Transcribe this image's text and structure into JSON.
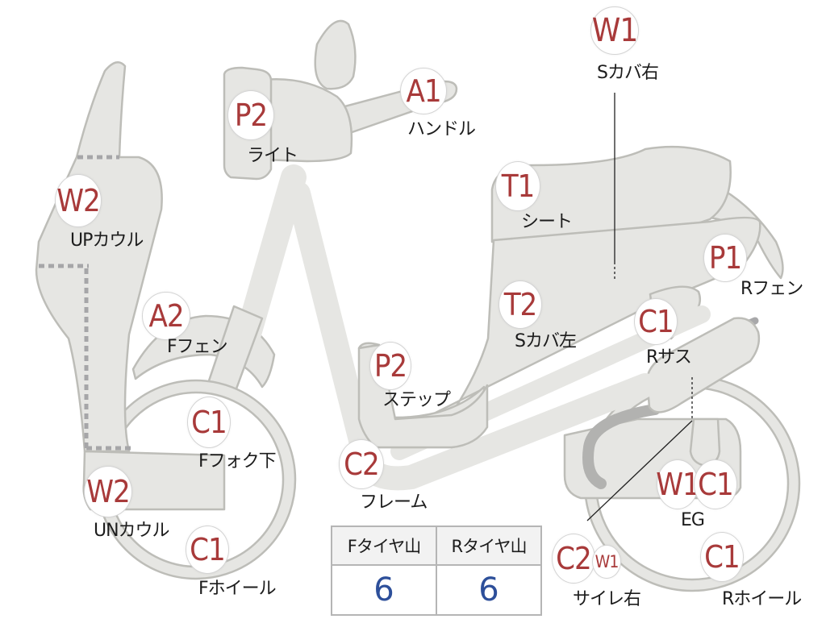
{
  "badges": {
    "s_cover_right_top": "W1",
    "handle": "A1",
    "light": "P2",
    "up_cowl": "W2",
    "seat": "T1",
    "r_fender": "P1",
    "f_fender": "A2",
    "s_cover_left": "T2",
    "r_suspension": "C1",
    "step": "P2",
    "f_fork_lower": "C1",
    "frame": "C2",
    "engine_w": "W1",
    "engine_c": "C1",
    "un_cowl": "W2",
    "f_wheel": "C1",
    "silencer_c": "C2",
    "silencer_w": "W1",
    "r_wheel": "C1"
  },
  "labels": {
    "s_cover_right": "Sカバ右",
    "handle": "ハンドル",
    "light": "ライト",
    "up_cowl": "UPカウル",
    "seat": "シート",
    "r_fender": "Rフェン",
    "f_fender": "Fフェン",
    "s_cover_left": "Sカバ左",
    "r_suspension": "Rサス",
    "step": "ステップ",
    "f_fork_lower": "Fフォク下",
    "frame": "フレーム",
    "engine": "EG",
    "un_cowl": "UNカウル",
    "f_wheel": "Fホイール",
    "silencer_right": "サイレ右",
    "r_wheel": "Rホイール"
  },
  "tire_table": {
    "headers": [
      "Fタイヤ山",
      "Rタイヤ山"
    ],
    "values": [
      "6",
      "6"
    ]
  },
  "colors": {
    "part_fill": "#e6e6e3",
    "part_outline": "#bdbdb8",
    "code_text": "#a83a3a",
    "tire_value": "#2d4f9a"
  }
}
